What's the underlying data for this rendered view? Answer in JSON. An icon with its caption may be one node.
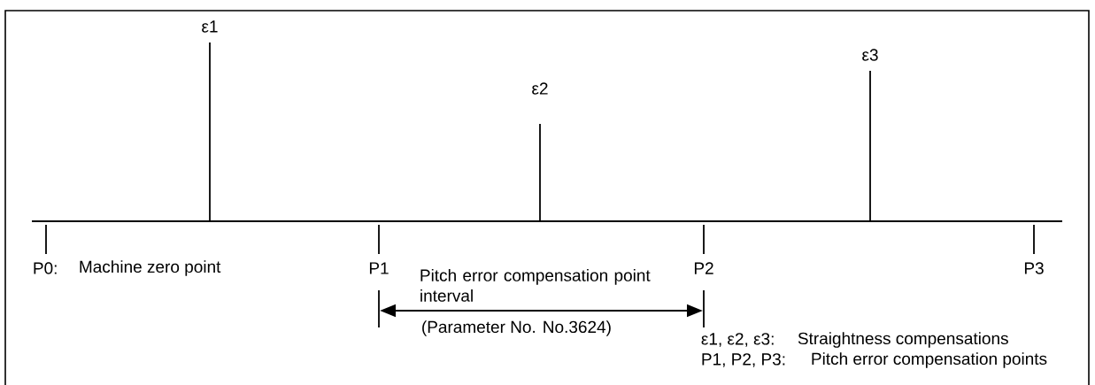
{
  "diagram": {
    "labels": [
      "ε1",
      "ε2",
      "ε3",
      "P0:",
      "Machine zero point",
      "P1",
      "Pitch error compensation point interval",
      "P2",
      "P3",
      "(Parameter No. No.3624)",
      "ε1, ε2, ε3:",
      "Straightness compensations",
      "P1, P2, P3:",
      "Pitch error compensation points"
    ]
  }
}
